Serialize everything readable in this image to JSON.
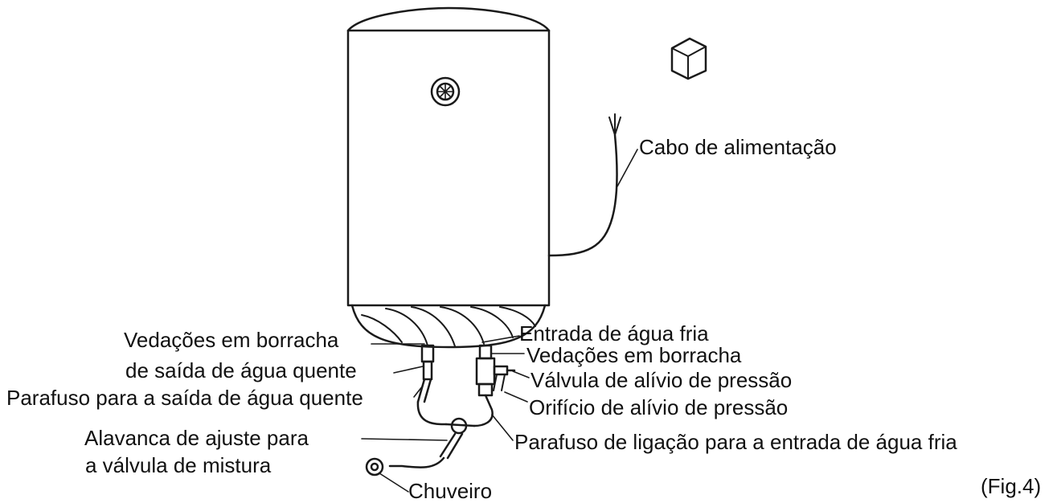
{
  "colors": {
    "ink": "#1a1a1a",
    "paper": "#ffffff"
  },
  "labels": {
    "power_cable": "Cabo de alimentação",
    "rubber_seals_hot_line1": "Vedações em borracha",
    "rubber_seals_hot_line2": "de saída de água quente",
    "hot_outlet_screw": "Parafuso para a saída de água quente",
    "mixing_lever_line1": "Alavanca de ajuste para",
    "mixing_lever_line2": "a válvula de mistura",
    "shower": "Chuveiro",
    "cold_inlet": "Entrada de água fria",
    "rubber_seals_cold": "Vedações em borracha",
    "pressure_relief_valve": "Válvula de alívio de pressão",
    "pressure_relief_hole": "Orifício de alívio de pressão",
    "cold_inlet_screw": "Parafuso de ligação para a entrada de água fria",
    "figure_number": "(Fig.4)"
  }
}
